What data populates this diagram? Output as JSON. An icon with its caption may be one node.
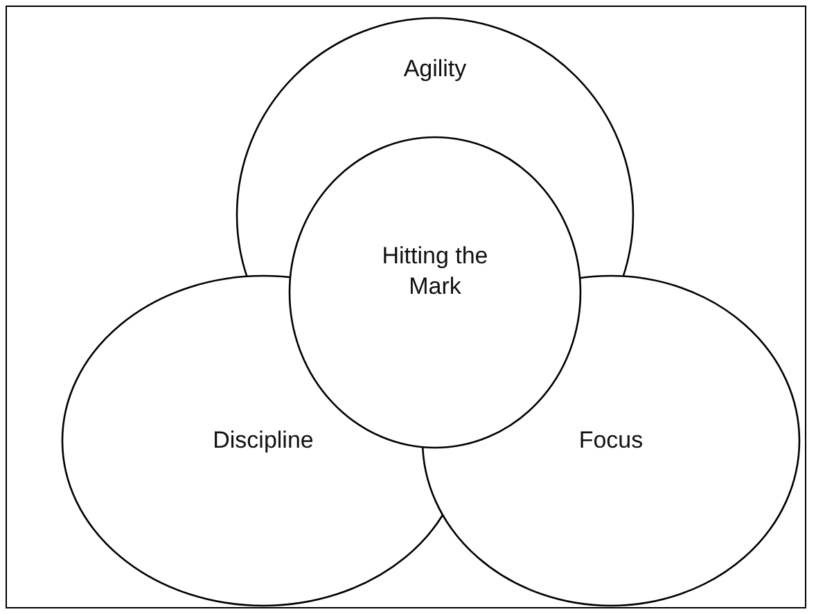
{
  "diagram": {
    "nodes": [
      {
        "text": [
          "Agility"
        ]
      },
      {
        "text": [
          "Hitting the Mark"
        ]
      },
      {
        "text": [
          "Discipline"
        ]
      },
      {
        "text": [
          "Focus"
        ]
      }
    ]
  }
}
